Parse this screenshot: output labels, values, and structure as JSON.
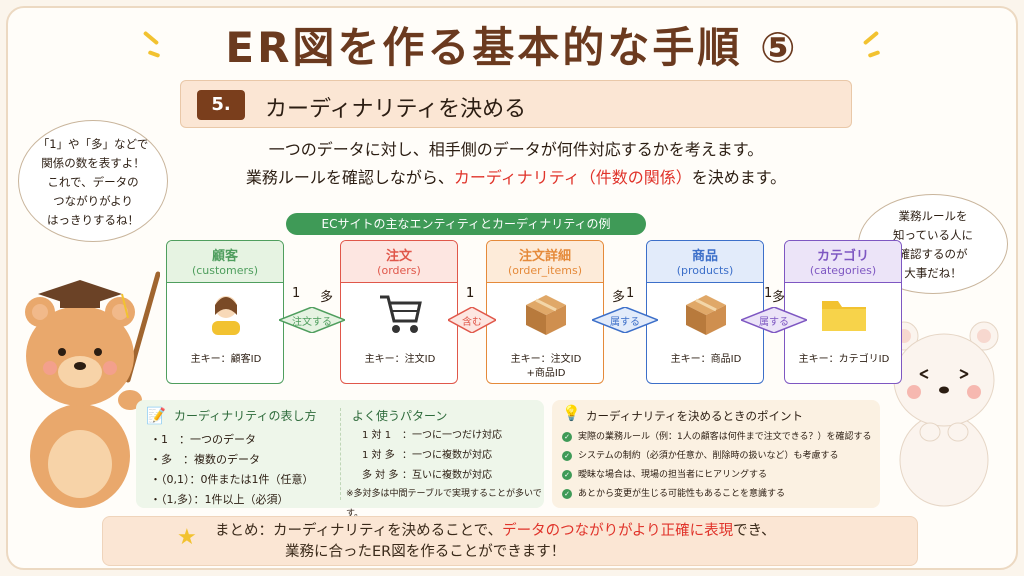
{
  "title": "ER図を作る基本的な手順 ⑤",
  "step": {
    "number": "5.",
    "title": "カーディナリティを決める"
  },
  "intro": {
    "line1": "一つのデータに対し、相手側のデータが何件対応するかを考えます。",
    "line2_prefix": "業務ルールを確認しながら、",
    "line2_highlight": "カーディナリティ（件数の関係）",
    "line2_suffix": "を決めます。"
  },
  "left_bubble": [
    "「1」や「多」などで",
    "関係の数を表すよ！",
    "これで、データの",
    "つながりがより",
    "はっきりするね！"
  ],
  "right_bubble": [
    "業務ルールを",
    "知っている人に",
    "確認するのが",
    "大事だね！"
  ],
  "ec_title": "ECサイトの主なエンティティとカーディナリティの例",
  "entities": [
    {
      "name": "顧客",
      "en": "(customers)",
      "key": "主キー：顧客ID",
      "color": "#4f9e5e",
      "bg": "#e6f3e2",
      "icon": "person-icon"
    },
    {
      "name": "注文",
      "en": "(orders)",
      "key": "主キー：注文ID",
      "color": "#e0574a",
      "bg": "#fde6e1",
      "icon": "cart-icon"
    },
    {
      "name": "注文詳細",
      "en": "(order_items)",
      "key": "主キー：注文ID\n+商品ID",
      "color": "#e58a3a",
      "bg": "#fdebd9",
      "icon": "box-icon"
    },
    {
      "name": "商品",
      "en": "(products)",
      "key": "主キー：商品ID",
      "color": "#3c6fc9",
      "bg": "#e2ebfa",
      "icon": "box-icon"
    },
    {
      "name": "カテゴリ",
      "en": "(categories)",
      "key": "主キー：カテゴリID",
      "color": "#7e57c2",
      "bg": "#ece4f8",
      "icon": "folder-icon"
    }
  ],
  "relations": [
    {
      "label": "注文する",
      "left": "1",
      "right": "多",
      "color": "#4f9e5e",
      "bg": "#e6f3e2"
    },
    {
      "label": "含む",
      "left": "1",
      "right": "1",
      "color": "#e0574a",
      "bg": "#fde6e1"
    },
    {
      "label": "属する",
      "left": "多",
      "right": "1",
      "color": "#3c6fc9",
      "bg": "#e2ebfa"
    },
    {
      "label": "属する",
      "left": "多",
      "right": "1",
      "color": "#7e57c2",
      "bg": "#ece4f8"
    }
  ],
  "notation": {
    "title": "カーディナリティの表し方",
    "items": [
      "・1　：一つのデータ",
      "・多　：複数のデータ",
      "・（0,1）：0件または1件（任意）",
      "・（1,多）：1件以上（必須）"
    ]
  },
  "patterns": {
    "title": "よく使うパターン",
    "items": [
      {
        "kind": "1 対 1",
        "desc": "：一つに一つだけ対応"
      },
      {
        "kind": "1 対 多",
        "desc": "：一つに複数が対応"
      },
      {
        "kind": "多 対 多",
        "desc": "：互いに複数が対応"
      }
    ],
    "note": "※多対多は中間テーブルで実現することが多いです。"
  },
  "points": {
    "title": "カーディナリティを決めるときのポイント",
    "items": [
      "実際の業務ルール（例：1人の顧客は何件まで注文できる？）を確認する",
      "システムの制約（必須か任意か、削除時の扱いなど）も考慮する",
      "曖昧な場合は、現場の担当者にヒアリングする",
      "あとから変更が生じる可能性もあることを意識する"
    ]
  },
  "summary": {
    "prefix": "まとめ：カーディナリティを決めることで、",
    "highlight": "データのつながりがより正確に表現",
    "suffix": "でき、",
    "line2": "業務に合ったER図を作ることができます！"
  }
}
